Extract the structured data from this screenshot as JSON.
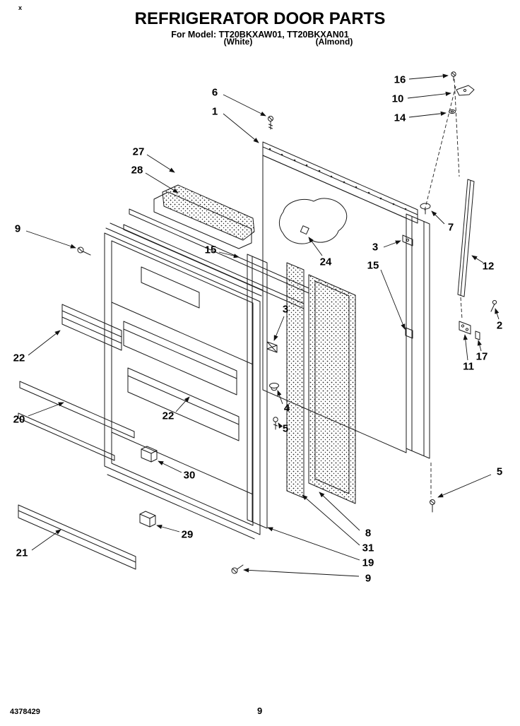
{
  "title": "REFRIGERATOR DOOR PARTS",
  "model_line": "For Model: TT20BKXAW01, TT20BKXAN01",
  "finish_left": "(White)",
  "finish_right": "(Almond)",
  "corner_mark": "x",
  "footer": {
    "doc_number": "4378429",
    "page_number": "9"
  },
  "callouts": [
    "16",
    "10",
    "14",
    "6",
    "1",
    "27",
    "28",
    "9",
    "15",
    "24",
    "3",
    "15",
    "7",
    "12",
    "2",
    "17",
    "11",
    "22",
    "3",
    "22",
    "4",
    "5",
    "20",
    "30",
    "5",
    "29",
    "21",
    "8",
    "31",
    "19",
    "9"
  ]
}
